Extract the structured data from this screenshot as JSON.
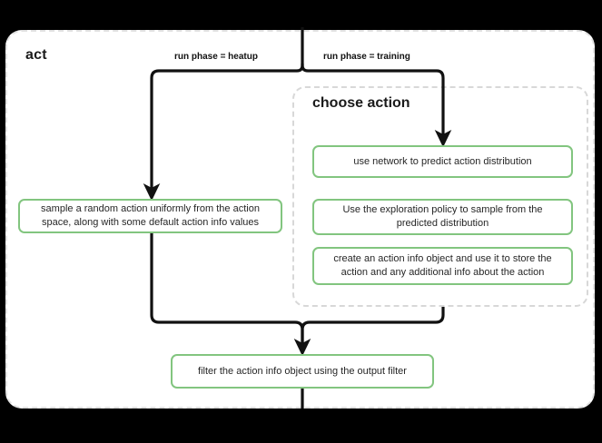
{
  "diagram": {
    "title": "act",
    "background_color": "#000000",
    "panel_color": "#ffffff",
    "accent_color": "#82c57f",
    "line_color": "#111111",
    "dashed_border_color": "#e2e2e2"
  },
  "groups": {
    "choose_action": {
      "title": "choose action"
    }
  },
  "edge_labels": {
    "heatup": "run phase = heatup",
    "training": "run phase = training"
  },
  "nodes": {
    "sample": "sample a random action uniformly from the action space, along with some default action info values",
    "use_network": "use network to predict action distribution",
    "exploration": "Use the exploration policy to sample from the predicted distribution",
    "create_info": "create an action info object and use it to store the action and any additional info about the action",
    "filter": "filter the action info object using the output filter"
  }
}
